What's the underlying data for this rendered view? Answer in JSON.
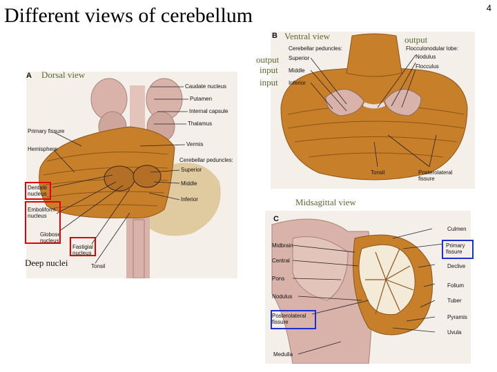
{
  "slide": {
    "title": "Different views of cerebellum",
    "page_number": "4",
    "notes": {
      "ventral_view": "Ventral view",
      "dorsal_view": "Dorsal view",
      "midsagittal_view": "Midsagittal view",
      "output_top": "output",
      "output_left": "output",
      "input_1": "input",
      "input_2": "input",
      "deep_nuclei": "Deep nuclei"
    }
  },
  "panel_a": {
    "letter": "A",
    "labels": {
      "caudate": "Caudate nucleus",
      "putamen": "Putamen",
      "internal_capsule": "Internal capsule",
      "thalamus": "Thalamus",
      "vermis": "Vermis",
      "peduncles": "Cerebellar peduncles:",
      "superior": "Superior",
      "middle": "Middle",
      "inferior": "Inferior",
      "primary_fissure": "Primary fissure",
      "hemisphere": "Hemisphere",
      "dentate": "Dentate nucleus",
      "emboliform": "Emboliform nucleus",
      "globose": "Globose nucleus",
      "fastigial": "Fastigial nucleus",
      "tonsil": "Tonsil"
    }
  },
  "panel_b": {
    "letter": "B",
    "labels": {
      "peduncles": "Cerebellar peduncles:",
      "superior": "Superior",
      "middle": "Middle",
      "inferior": "Inferior",
      "flocculonodular": "Flocculonodular lobe:",
      "nodulus": "Nodulus",
      "flocculus": "Flocculus",
      "tonsil": "Tonsil",
      "posterolateral": "Posterolateral fissure"
    }
  },
  "panel_c": {
    "letter": "C",
    "labels": {
      "culmen": "Culmen",
      "primary_fissure": "Primary fissure",
      "declive": "Declive",
      "folium": "Folium",
      "tuber": "Tuber",
      "pyramis": "Pyramis",
      "uvula": "Uvula",
      "midbrain": "Midbrain",
      "central": "Central",
      "pons": "Pons",
      "nodulus": "Nodulus",
      "posterolateral": "Posterolateral fissure",
      "medulla": "Medulla"
    }
  },
  "colors": {
    "cerebellum": "#c87f2a",
    "brainstem": "#d9b2a9",
    "highlight_red": "#e00000",
    "highlight_blue": "#1a2fd0",
    "note_text": "#556b2f"
  }
}
